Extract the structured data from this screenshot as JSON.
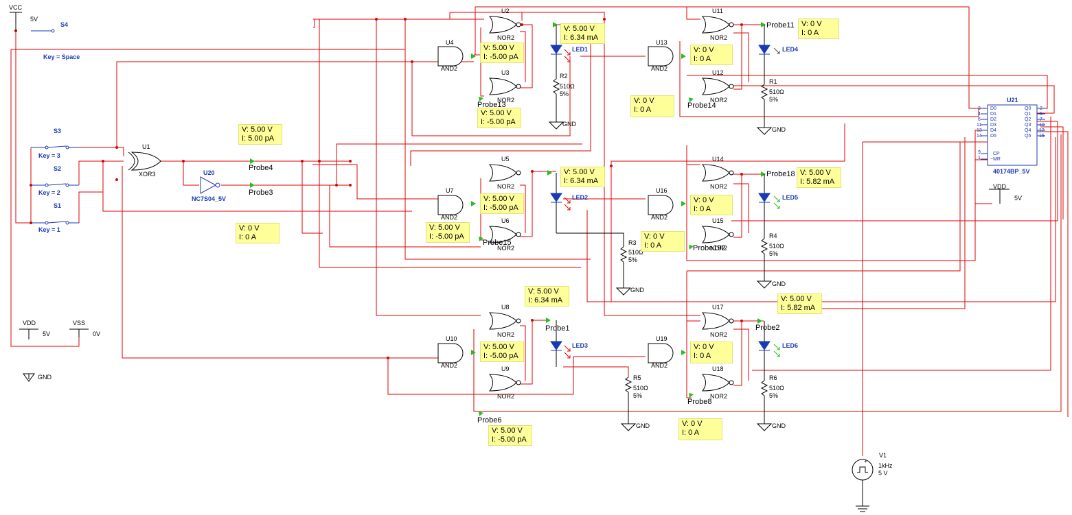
{
  "power": {
    "vcc": "VCC",
    "vcc_v": "5V",
    "vdd": "VDD",
    "vdd_v": "5V",
    "vss": "VSS",
    "vss_v": "0V",
    "gnd": "GND",
    "vdd2": "VDD",
    "vdd2_v": "5V"
  },
  "switches": [
    {
      "name": "S4",
      "key": "Key = Space"
    },
    {
      "name": "S3",
      "key": "Key = 3"
    },
    {
      "name": "S2",
      "key": "Key = 2"
    },
    {
      "name": "S1",
      "key": "Key = 1"
    }
  ],
  "gates": {
    "u1": {
      "ref": "U1",
      "type": "XOR3"
    },
    "u20": {
      "ref": "U20",
      "type": "NC7S04_5V"
    },
    "u2": {
      "ref": "U2",
      "type": "NOR2"
    },
    "u3": {
      "ref": "U3",
      "type": "NOR2"
    },
    "u4": {
      "ref": "U4",
      "type": "AND2"
    },
    "u5": {
      "ref": "U5",
      "type": "NOR2"
    },
    "u6": {
      "ref": "U6",
      "type": "NOR2"
    },
    "u7": {
      "ref": "U7",
      "type": "AND2"
    },
    "u8": {
      "ref": "U8",
      "type": "NOR2"
    },
    "u9": {
      "ref": "U9",
      "type": "NOR2"
    },
    "u10": {
      "ref": "U10",
      "type": "AND2"
    },
    "u11": {
      "ref": "U11",
      "type": "NOR2"
    },
    "u12": {
      "ref": "U12",
      "type": "NOR2"
    },
    "u13": {
      "ref": "U13",
      "type": "AND2"
    },
    "u14": {
      "ref": "U14",
      "type": "NOR2"
    },
    "u15": {
      "ref": "U15",
      "type": "NOR2"
    },
    "u16": {
      "ref": "U16",
      "type": "AND2"
    },
    "u17": {
      "ref": "U17",
      "type": "NOR2"
    },
    "u18": {
      "ref": "U18",
      "type": "NOR2"
    },
    "u19": {
      "ref": "U19",
      "type": "AND2"
    }
  },
  "leds": [
    "LED1",
    "LED2",
    "LED3",
    "LED4",
    "LED5",
    "LED6"
  ],
  "resistors": {
    "r1": {
      "ref": "R1",
      "value": "510Ω",
      "tol": "5%"
    },
    "r2": {
      "ref": "R2",
      "value": "510Ω",
      "tol": "5%"
    },
    "r3": {
      "ref": "R3",
      "value": "510Ω",
      "tol": "5%"
    },
    "r4": {
      "ref": "R4",
      "value": "510Ω",
      "tol": "5%"
    },
    "r5": {
      "ref": "R5",
      "value": "510Ω",
      "tol": "5%"
    },
    "r6": {
      "ref": "R6",
      "value": "510Ω",
      "tol": "5%"
    }
  },
  "probes": {
    "p1": "Probe1",
    "p2": "Probe2",
    "p3": "Probe3",
    "p4": "Probe4",
    "p6": "Probe6",
    "p8": "Probe8",
    "p11": "Probe11",
    "p13": "Probe13",
    "p14": "Probe14",
    "p15": "Probe15",
    "p18": "Probe18",
    "p19": "Probe192"
  },
  "readings": {
    "probe4": {
      "v": "V: 5.00 V",
      "i": "I: 5.00 pA"
    },
    "probe3": {
      "v": "V: 0 V",
      "i": "I: 0 A"
    },
    "u2": {
      "v": "V: 5.00 V",
      "i": "I: 6.34 mA"
    },
    "u4": {
      "v": "V: 5.00 V",
      "i": "I: -5.00 pA"
    },
    "probe13": {
      "v": "V: 5.00 V",
      "i": "I: -5.00 pA"
    },
    "u5": {
      "v": "V: 5.00 V",
      "i": "I: 6.34 mA"
    },
    "u7": {
      "v": "V: 5.00 V",
      "i": "I: -5.00 pA"
    },
    "probe15": {
      "v": "V: 5.00 V",
      "i": "I: -5.00 pA"
    },
    "u8": {
      "v": "V: 5.00 V",
      "i": "I: 6.34 mA"
    },
    "u10": {
      "v": "V: 5.00 V",
      "i": "I: -5.00 pA"
    },
    "probe6": {
      "v": "V: 5.00 V",
      "i": "I: -5.00 pA"
    },
    "probe11": {
      "v": "V: 0 V",
      "i": "I: 0 A"
    },
    "u13": {
      "v": "V: 0 V",
      "i": "I: 0 A"
    },
    "probe14": {
      "v": "V: 0 V",
      "i": "I: 0 A"
    },
    "probe18": {
      "v": "V: 5.00 V",
      "i": "I: 5.82 mA"
    },
    "u16": {
      "v": "V: 0 V",
      "i": "I: 0 A"
    },
    "r3": {
      "v": "V: 0 V",
      "i": "I: 0 A"
    },
    "probe2": {
      "v": "V: 5.00 V",
      "i": "I: 5.82 mA"
    },
    "u19": {
      "v": "V: 0 V",
      "i": "I: 0 A"
    },
    "probe8": {
      "v": "V: 0 V",
      "i": "I: 0 A"
    }
  },
  "ic": {
    "ref": "U21",
    "part": "40174BP_5V",
    "left_pins": [
      "D0",
      "D1",
      "D2",
      "D3",
      "D4",
      "D5",
      "CP",
      "~MR"
    ],
    "left_nums": [
      "3",
      "4",
      "6",
      "11",
      "13",
      "14",
      "9",
      "1"
    ],
    "right_pins": [
      "Q0",
      "Q1",
      "Q2",
      "Q3",
      "Q4",
      "Q5"
    ],
    "right_nums": [
      "2",
      "5",
      "7",
      "10",
      "12",
      "15"
    ]
  },
  "source": {
    "ref": "V1",
    "freq": "1kHz",
    "amp": "5 V"
  },
  "colors": {
    "wire": "#e00000",
    "component": "#000000",
    "label": "#1a3ab4",
    "reading_bg": "#ffff9a",
    "probe": "#22c022",
    "led_body": "#1a3ab4"
  }
}
